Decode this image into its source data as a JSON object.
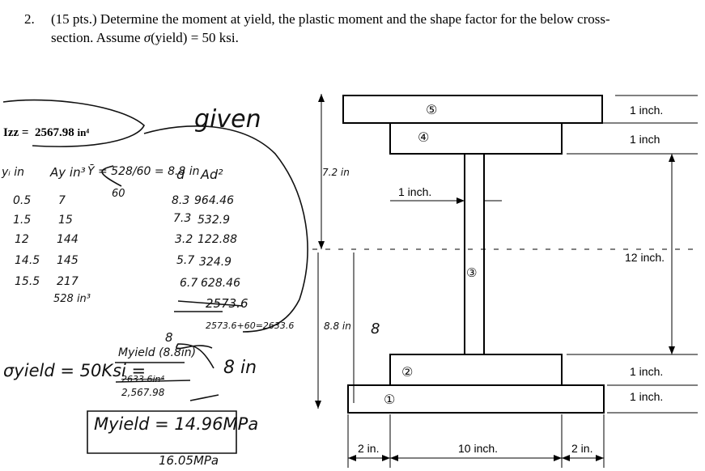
{
  "problem": {
    "number": "2.",
    "text_before_sigma": "(15 pts.) Determine the moment at yield, the plastic moment and the shape factor for the below cross-section. Assume ",
    "sigma": "σ",
    "text_after_sigma": "(yield) = 50 ksi."
  },
  "izz": {
    "label": "Izz =",
    "value": "2567.98",
    "unit": "in⁴"
  },
  "handwriting": {
    "given": "given",
    "headers": {
      "yi": "yᵢ in",
      "ay": "Ay in³",
      "ybar": "Ȳ = 528/60 = 8.8 in",
      "d": "d",
      "ad2": "Ad²",
      "area_total": "60"
    },
    "rows": [
      {
        "yi": "0.5",
        "ay": "7",
        "d": "8.3",
        "ad2": "964.46"
      },
      {
        "yi": "1.5",
        "ay": "15",
        "d": "7.3",
        "ad2": "532.9"
      },
      {
        "yi": "12",
        "ay": "144",
        "d": "3.2",
        "ad2": "122.88"
      },
      {
        "yi": "14.5",
        "ay": "145",
        "d": "5.7",
        "ad2": "324.9"
      },
      {
        "yi": "15.5",
        "ay": "217",
        "d": "6.7",
        "ad2": "628.46"
      }
    ],
    "ay_total": "528 in³",
    "ad2_total": "2573.6",
    "sum_line": "2573.6+60=2633.6",
    "sigma_yield": "σyield = 50Ksi =",
    "myield_num": "Myield (8.8in)",
    "eight": "8",
    "izz_crossed": "2633.6in⁴",
    "izz_written": "2,567.98",
    "eight_in": "8 in",
    "myield_result": "Myield = 14.96MPa",
    "alt_result": "16.05MPa",
    "dim_72": "7.2 in",
    "dim_88": "8.8 in",
    "dim_8": "8",
    "label_1": "①",
    "label_2": "②",
    "label_3": "③",
    "label_4": "④",
    "label_5": "⑤"
  },
  "dimensions": {
    "right_1": "1 inch.",
    "right_2": "1 inch",
    "right_12": "12 inch.",
    "right_3": "1 inch.",
    "right_4": "1 inch.",
    "web_width": "1 inch.",
    "bottom_left": "2 in.",
    "bottom_mid": "10 inch.",
    "bottom_right": "2 in."
  }
}
